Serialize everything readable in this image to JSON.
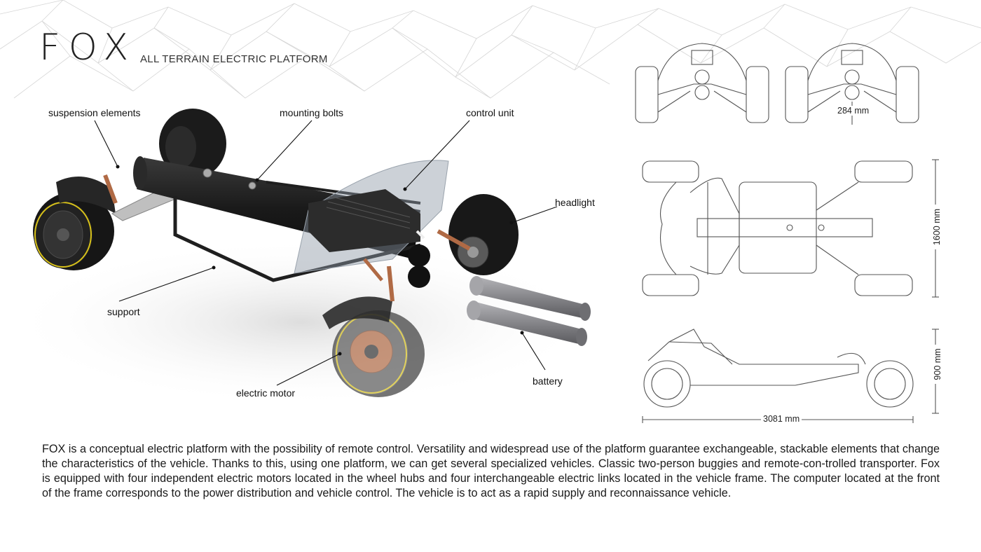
{
  "header": {
    "title": "FOX",
    "subtitle": "ALL TERRAIN ELECTRIC PLATFORM"
  },
  "callouts": {
    "suspension": "suspension elements",
    "mounting_bolts": "mounting bolts",
    "control_unit": "control unit",
    "headlight": "headlight",
    "support": "support",
    "electric_motor": "electric motor",
    "battery": "battery"
  },
  "dimensions": {
    "track_width": "284 mm",
    "width": "1600 mm",
    "height": "900 mm",
    "length": "3081 mm"
  },
  "description": "FOX is a conceptual electric platform with the possibility of remote control. Versatility and widespread use of the platform guarantee exchangeable, stackable elements that change the characteristics of the vehicle. Thanks to this, using one platform, we can get several specialized vehicles. Classic two-person buggies and remote-con-trolled transporter. Fox is equipped with four independent electric motors located in the wheel hubs and four interchangeable electric links located in the vehicle frame. The computer located at the front of the frame corresponds to the power distribution and vehicle control. The vehicle is to act as a rapid supply and reconnaissance vehicle.",
  "colors": {
    "frame": "#1c1c1c",
    "accent_yellow": "#d8c21a",
    "copper": "#b06a45",
    "battery_grey": "#8a8a8e",
    "line_drawing": "#555555"
  }
}
